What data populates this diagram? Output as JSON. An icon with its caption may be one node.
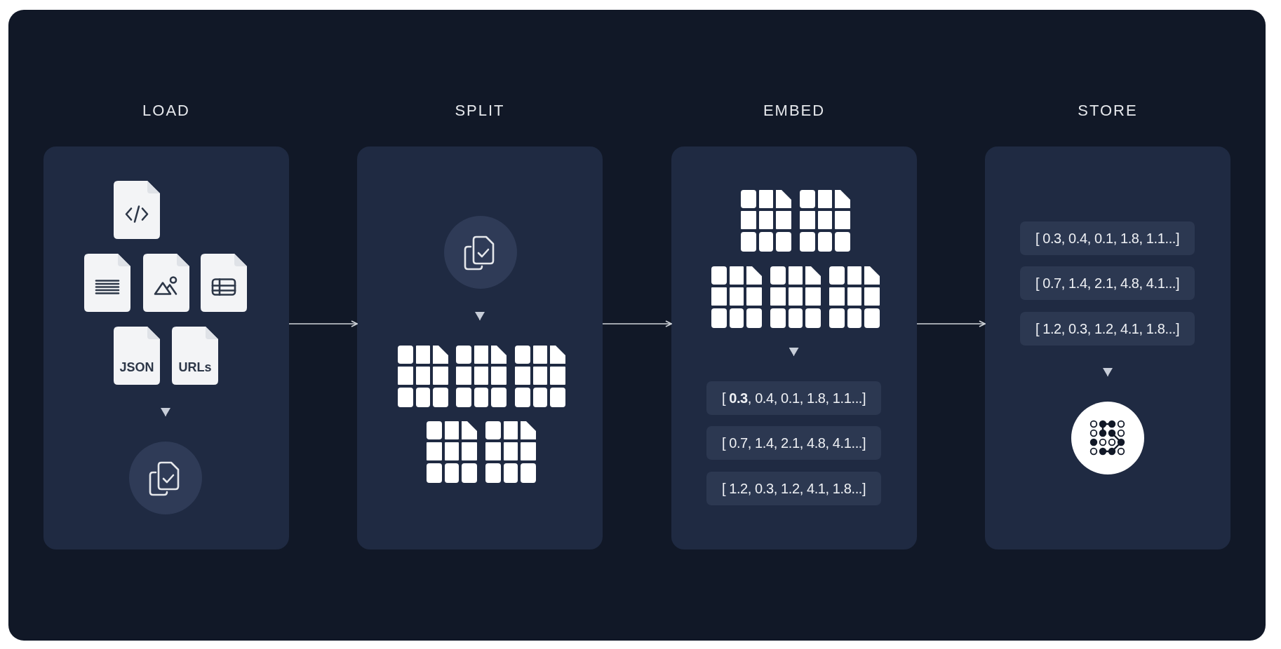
{
  "diagram": {
    "nodes": [
      {
        "text": [
          "LOAD"
        ]
      },
      {
        "text": [],
        "shape": "box",
        "in": 0
      },
      {
        "text": [],
        "shape": "box",
        "in": 0
      },
      {
        "text": [],
        "shape": "box",
        "in": 0
      },
      {
        "text": [],
        "shape": "box",
        "in": 0
      },
      {
        "text": [
          "JSON"
        ],
        "in": 0
      },
      {
        "text": [
          "URLs"
        ],
        "in": 0
      },
      {
        "text": [],
        "shape": "circle",
        "in": 0
      },
      {
        "text": [
          "SPLIT"
        ]
      },
      {
        "text": [],
        "shape": "circle",
        "in": 8
      },
      {
        "text": [],
        "shape": "box",
        "in": 8
      },
      {
        "text": [],
        "shape": "box",
        "in": 8
      },
      {
        "text": [],
        "shape": "box",
        "in": 8
      },
      {
        "text": [],
        "shape": "box",
        "in": 8
      },
      {
        "text": [],
        "shape": "box",
        "in": 8
      },
      {
        "text": [
          "EMBED"
        ]
      },
      {
        "text": [],
        "shape": "box",
        "in": 15
      },
      {
        "text": [],
        "shape": "box",
        "in": 15
      },
      {
        "text": [],
        "shape": "box",
        "in": 15
      },
      {
        "text": [],
        "shape": "box",
        "in": 15
      },
      {
        "text": [],
        "shape": "box",
        "in": 15
      },
      {
        "text": [
          "[ **0.3**, 0.4, 0.1, 1.8, 1.1...]"
        ],
        "in": 15
      },
      {
        "text": [
          "[ 0.7, 1.4, 2.1, 4.8, 4.1...]"
        ],
        "in": 15
      },
      {
        "text": [
          "[ 1.2, 0.3, 1.2, 4.1, 1.8...]"
        ],
        "in": 15
      },
      {
        "text": [
          "STORE"
        ]
      },
      {
        "text": [
          "[ 0.3, 0.4, 0.1, 1.8, 1.1...]"
        ],
        "in": 24
      },
      {
        "text": [
          "[ 0.7, 1.4, 2.1, 4.8, 4.1...]"
        ],
        "in": 24
      },
      {
        "text": [
          "[ 1.2, 0.3, 1.2, 4.1, 1.8...]"
        ],
        "in": 24
      },
      {
        "text": [],
        "shape": "circle",
        "in": 24
      }
    ],
    "edges": [
      {
        "from": 0,
        "to": 8,
        "arrow": "to"
      },
      {
        "from": 8,
        "to": 15,
        "arrow": "to"
      },
      {
        "from": 15,
        "to": 24,
        "arrow": "to"
      },
      {
        "from": null,
        "to": 7,
        "arrow": "to"
      },
      {
        "from": null,
        "to": 11,
        "arrow": "to"
      },
      {
        "from": null,
        "to": 21,
        "arrow": "to"
      },
      {
        "from": null,
        "to": 28,
        "arrow": "to"
      }
    ]
  }
}
